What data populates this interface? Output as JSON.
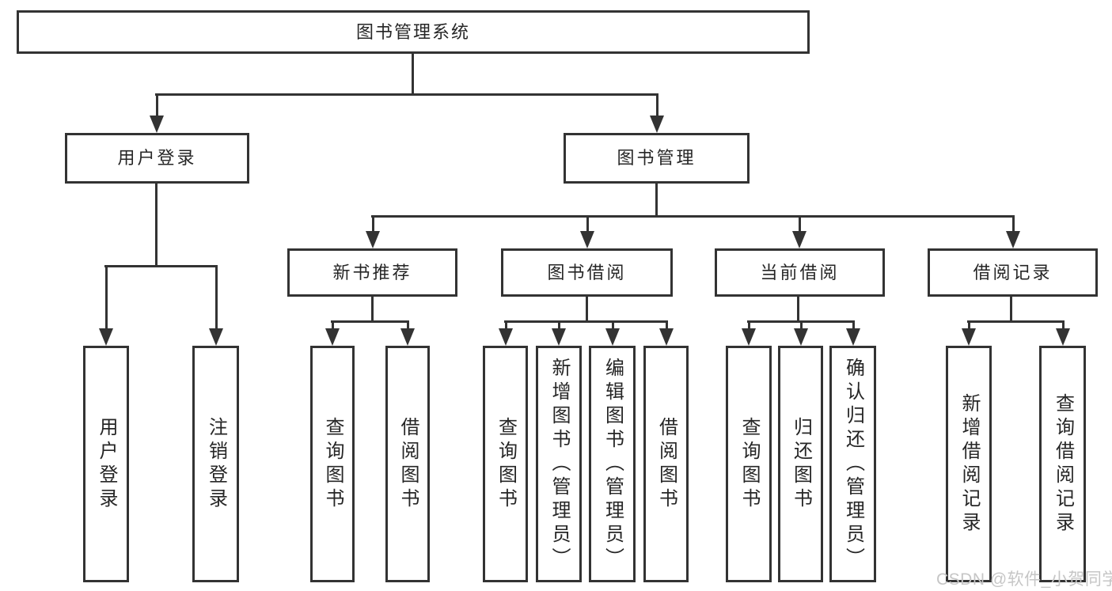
{
  "colors": {
    "line": "#333333",
    "text": "#262626",
    "background": "#ffffff",
    "watermark": "#c6c6c6"
  },
  "diagram": {
    "root": {
      "label": "图书管理系统"
    },
    "level2": [
      {
        "label": "用户登录"
      },
      {
        "label": "图书管理"
      }
    ],
    "level3": [
      {
        "label": "新书推荐"
      },
      {
        "label": "图书借阅"
      },
      {
        "label": "当前借阅"
      },
      {
        "label": "借阅记录"
      }
    ],
    "leaves": [
      {
        "label": "用户登录"
      },
      {
        "label": "注销登录"
      },
      {
        "label": "查询图书"
      },
      {
        "label": "借阅图书"
      },
      {
        "label": "查询图书"
      },
      {
        "label": "新增图书（管理员）"
      },
      {
        "label": "编辑图书（管理员）"
      },
      {
        "label": "借阅图书"
      },
      {
        "label": "查询图书"
      },
      {
        "label": "归还图书"
      },
      {
        "label": "确认归还（管理员）"
      },
      {
        "label": "新增借阅记录"
      },
      {
        "label": "查询借阅记录"
      }
    ],
    "watermark": "CSDN @软件_小贺同学"
  }
}
